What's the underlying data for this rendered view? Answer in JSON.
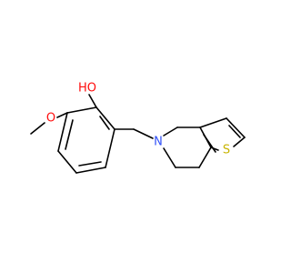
{
  "molecule": {
    "atoms": {
      "hydroxyl_oxygen": "HO",
      "methoxy_oxygen": "O",
      "ring_nitrogen": "N",
      "thiophene_sulfur": "S"
    },
    "colors": {
      "bond": "#000000",
      "oxygen": "#ff0d0d",
      "nitrogen": "#3050f8",
      "sulfur": "#c8b400"
    }
  }
}
